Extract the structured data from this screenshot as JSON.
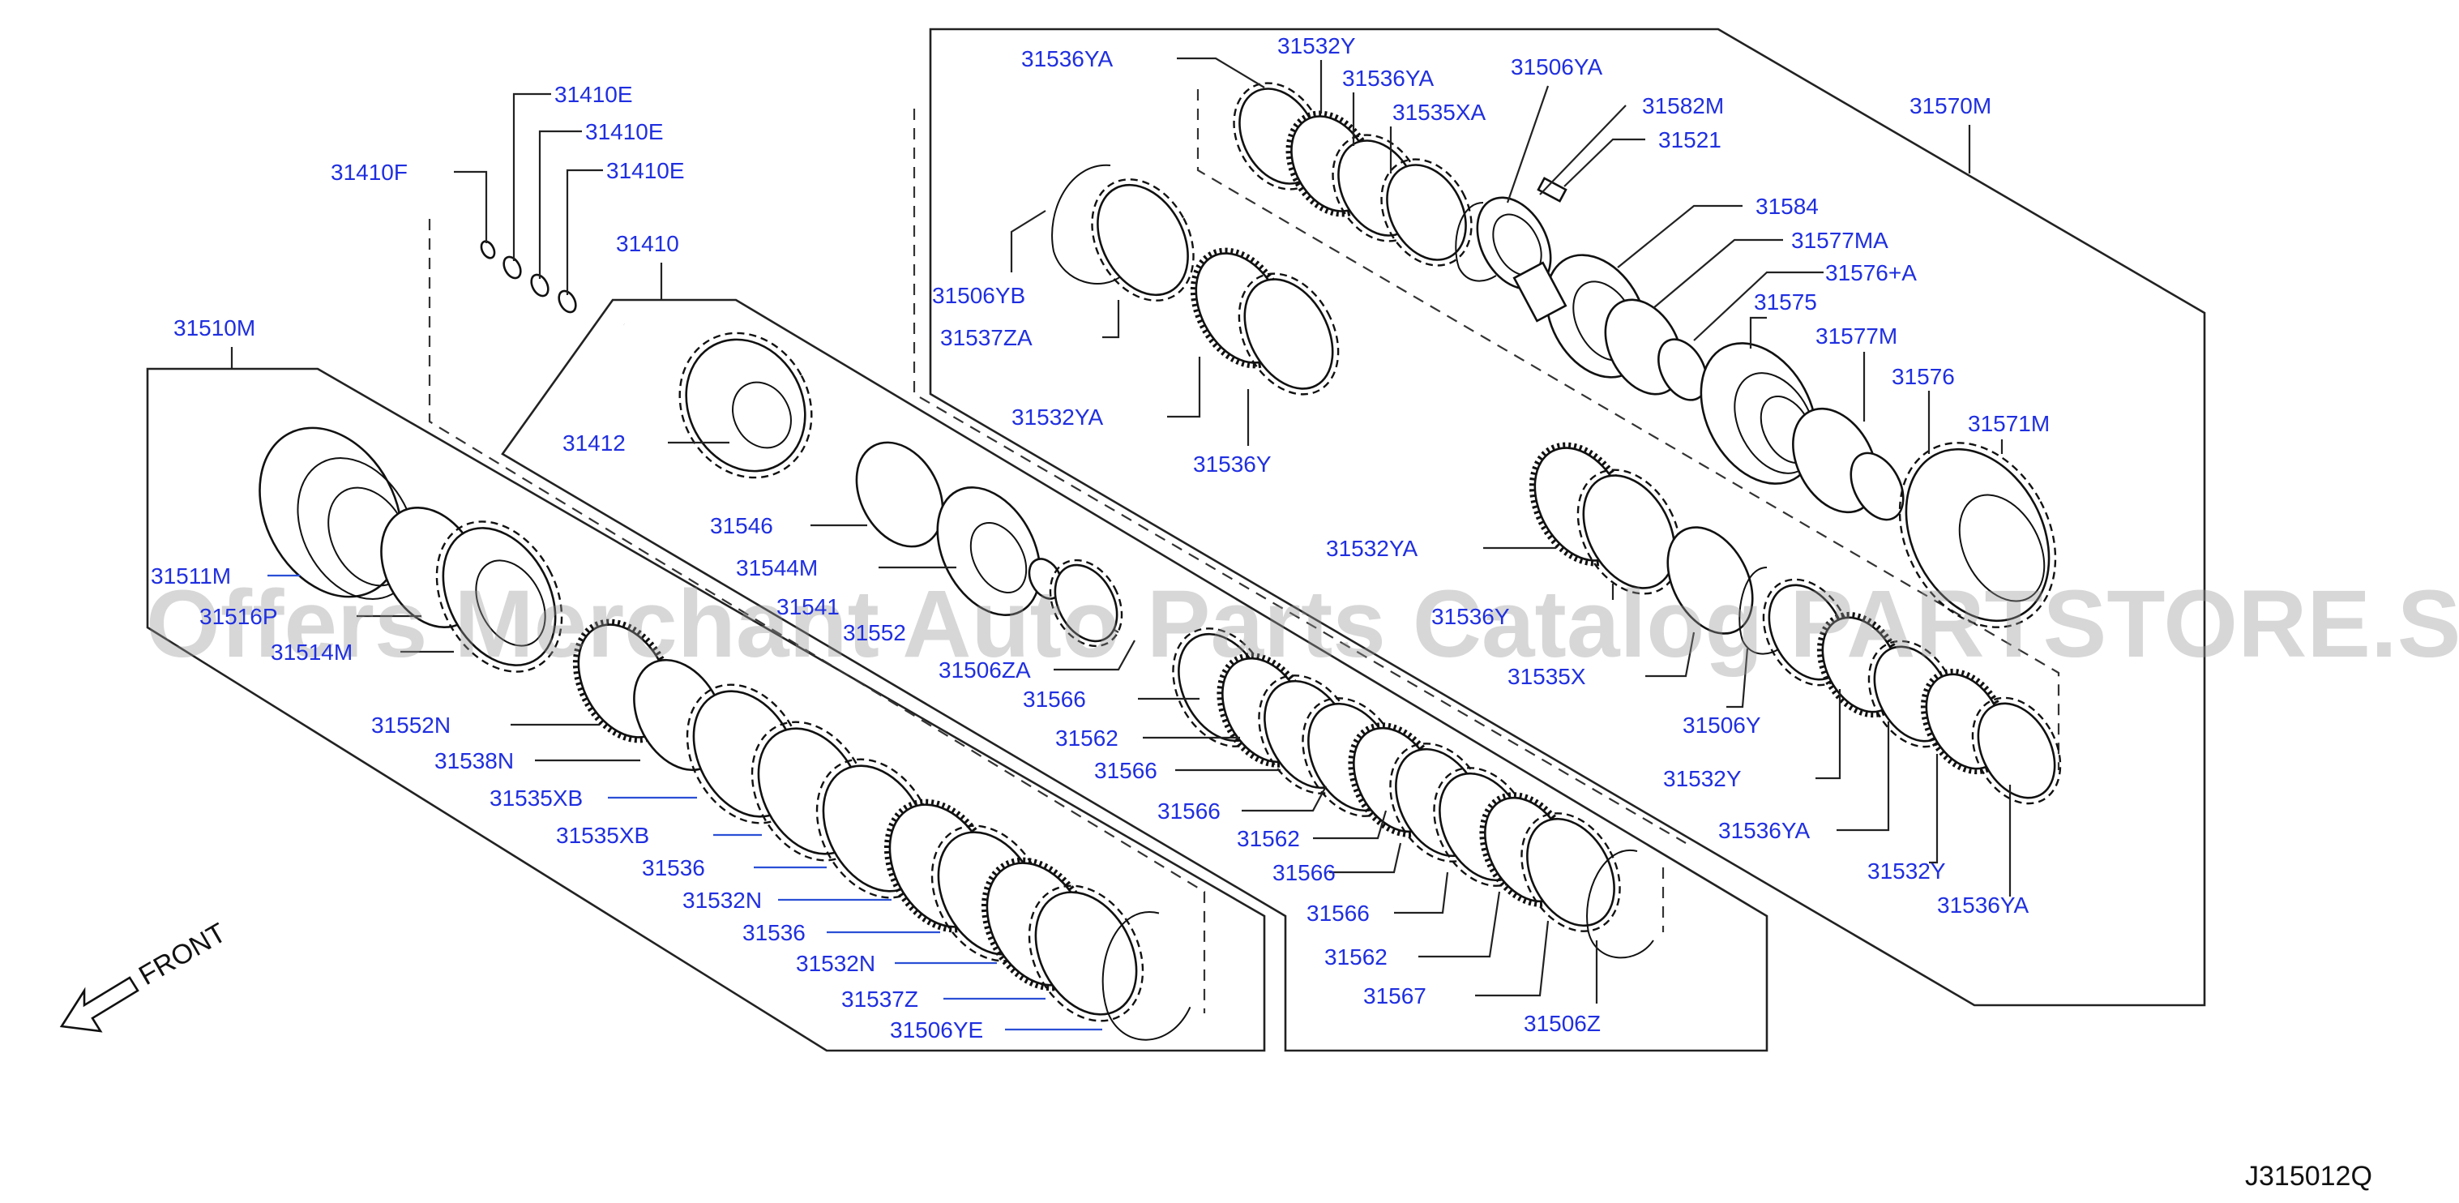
{
  "diagram": {
    "code": "J315012Q",
    "front_label": "FRONT",
    "watermark": "Offers Merchant Auto Parts Catalog PARTSTORE.SA",
    "labels": [
      {
        "id": "l01",
        "text": "31510M"
      },
      {
        "id": "l02",
        "text": "31511M"
      },
      {
        "id": "l03",
        "text": "31516P"
      },
      {
        "id": "l04",
        "text": "31514M"
      },
      {
        "id": "l05",
        "text": "31552N"
      },
      {
        "id": "l06",
        "text": "31538N"
      },
      {
        "id": "l07",
        "text": "31535XB"
      },
      {
        "id": "l08",
        "text": "31535XB"
      },
      {
        "id": "l09",
        "text": "31536"
      },
      {
        "id": "l10",
        "text": "31532N"
      },
      {
        "id": "l11",
        "text": "31536"
      },
      {
        "id": "l12",
        "text": "31532N"
      },
      {
        "id": "l13",
        "text": "31537Z"
      },
      {
        "id": "l14",
        "text": "31506YE"
      },
      {
        "id": "l15",
        "text": "31410F"
      },
      {
        "id": "l16",
        "text": "31410E"
      },
      {
        "id": "l17",
        "text": "31410E"
      },
      {
        "id": "l18",
        "text": "31410E"
      },
      {
        "id": "l19",
        "text": "31410"
      },
      {
        "id": "l20",
        "text": "31412"
      },
      {
        "id": "l21",
        "text": "31546"
      },
      {
        "id": "l22",
        "text": "31544M"
      },
      {
        "id": "l23",
        "text": "31541"
      },
      {
        "id": "l24",
        "text": "31552"
      },
      {
        "id": "l25",
        "text": "31506ZA"
      },
      {
        "id": "l26",
        "text": "31566"
      },
      {
        "id": "l27",
        "text": "31562"
      },
      {
        "id": "l28",
        "text": "31566"
      },
      {
        "id": "l29",
        "text": "31566"
      },
      {
        "id": "l30",
        "text": "31562"
      },
      {
        "id": "l31",
        "text": "31566"
      },
      {
        "id": "l32",
        "text": "31566"
      },
      {
        "id": "l33",
        "text": "31562"
      },
      {
        "id": "l34",
        "text": "31567"
      },
      {
        "id": "l35",
        "text": "31506Z"
      },
      {
        "id": "l36",
        "text": "31536YA"
      },
      {
        "id": "l37",
        "text": "31532Y"
      },
      {
        "id": "l38",
        "text": "31536YA"
      },
      {
        "id": "l39",
        "text": "31535XA"
      },
      {
        "id": "l40",
        "text": "31506YA"
      },
      {
        "id": "l41",
        "text": "31582M"
      },
      {
        "id": "l42",
        "text": "31521"
      },
      {
        "id": "l43",
        "text": "31570M"
      },
      {
        "id": "l44",
        "text": "31506YB"
      },
      {
        "id": "l45",
        "text": "31537ZA"
      },
      {
        "id": "l46",
        "text": "31532YA"
      },
      {
        "id": "l47",
        "text": "31536Y"
      },
      {
        "id": "l48",
        "text": "31584"
      },
      {
        "id": "l49",
        "text": "31577MA"
      },
      {
        "id": "l50",
        "text": "31576+A"
      },
      {
        "id": "l51",
        "text": "31575"
      },
      {
        "id": "l52",
        "text": "31577M"
      },
      {
        "id": "l53",
        "text": "31576"
      },
      {
        "id": "l54",
        "text": "31571M"
      },
      {
        "id": "l55",
        "text": "31532YA"
      },
      {
        "id": "l56",
        "text": "31536Y"
      },
      {
        "id": "l57",
        "text": "31535X"
      },
      {
        "id": "l58",
        "text": "31506Y"
      },
      {
        "id": "l59",
        "text": "31532Y"
      },
      {
        "id": "l60",
        "text": "31536YA"
      },
      {
        "id": "l61",
        "text": "31532Y"
      },
      {
        "id": "l62",
        "text": "31536YA"
      }
    ]
  }
}
